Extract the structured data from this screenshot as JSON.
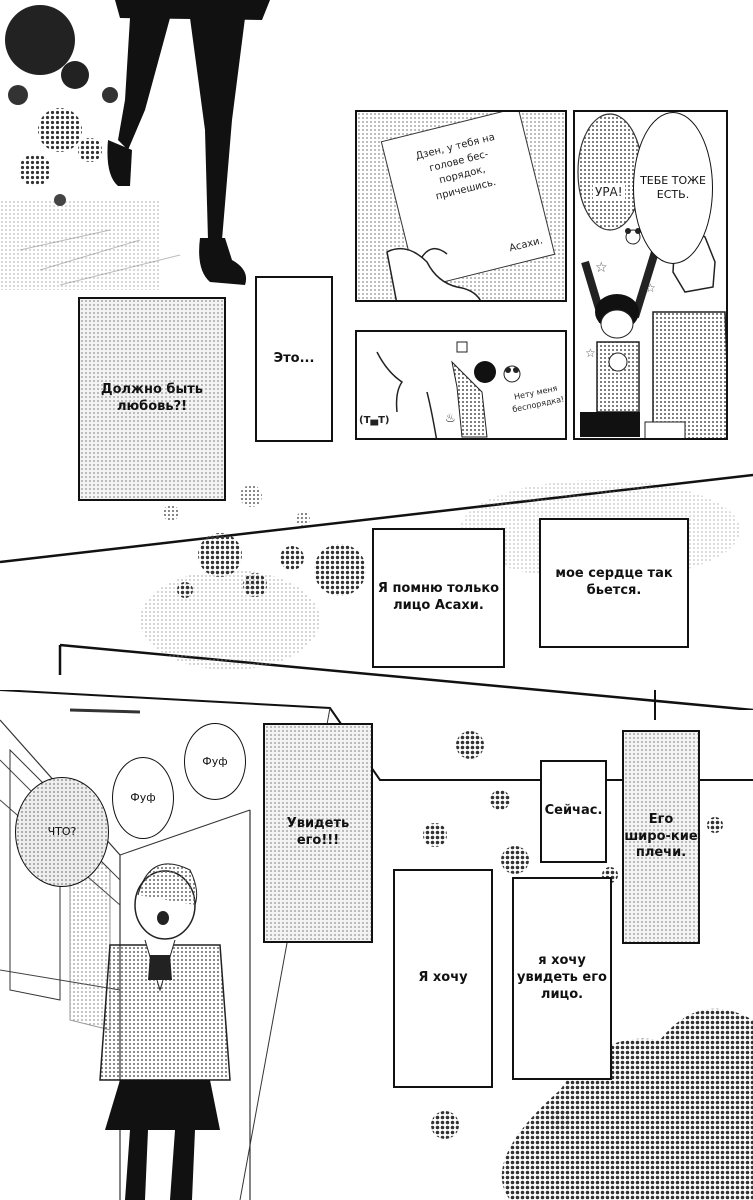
{
  "page": {
    "caption_boxes": {
      "love": "Должно быть любовь?!",
      "this": "Это...",
      "remember_face": "Я помню только лицо Асахи.",
      "heart_beats": "мое сердце так бьется.",
      "want_to_see": "Увидеть его!!!",
      "now": "Сейчас.",
      "shoulders": "Его широ-кие плечи.",
      "i_want": "Я хочу",
      "want_face": "я хочу увидеть его лицо."
    },
    "note": {
      "text": "Дзен, у тебя на голове бес-порядок, причешись.",
      "signature": "Асахи."
    },
    "balloons": {
      "you_too": "ТЕБЕ ТОЖЕ ЕСТЬ.",
      "what": "ЧТО?",
      "puff1": "Фуф",
      "puff2": "Фуф"
    },
    "sfx": {
      "hooray": "УРА!",
      "crying_face": "(T▄T)",
      "no_mess": "Нету меня беспорядка!"
    }
  }
}
